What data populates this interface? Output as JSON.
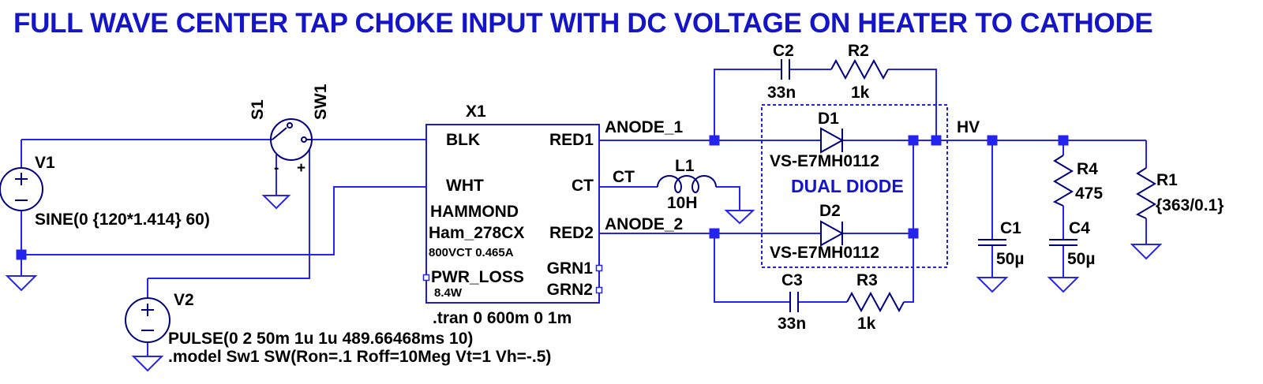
{
  "title": "FULL WAVE CENTER TAP CHOKE INPUT WITH DC VOLTAGE ON HEATER TO CATHODE",
  "colors": {
    "wire": "#2424ee",
    "symbol": "#00007d",
    "accent": "#1414c8",
    "text": "#000000",
    "bg": "#ffffff"
  },
  "sources": {
    "v1": {
      "ref": "V1",
      "value": "SINE(0 {120*1.414} 60)"
    },
    "v2": {
      "ref": "V2",
      "value": "PULSE(0 2 50m 1u 1u 489.66468ms 10)"
    }
  },
  "switch": {
    "ref": "S1",
    "model": "SW1",
    "plus": "+",
    "minus": "-"
  },
  "transformer": {
    "ref": "X1",
    "pins": {
      "blk": "BLK",
      "wht": "WHT",
      "red1": "RED1",
      "ct": "CT",
      "red2": "RED2",
      "grn1": "GRN1",
      "grn2": "GRN2"
    },
    "mfr": "HAMMOND",
    "part": "Ham_278CX",
    "rating": "800VCT 0.465A",
    "pwr_label": "PWR_LOSS",
    "pwr_value": "8.4W"
  },
  "nets": {
    "anode1": "ANODE_1",
    "ct": "CT",
    "anode2": "ANODE_2",
    "hv": "HV"
  },
  "inductor": {
    "ref": "L1",
    "value": "10H"
  },
  "snubber_top": {
    "cap_ref": "C2",
    "cap_value": "33n",
    "res_ref": "R2",
    "res_value": "1k"
  },
  "snubber_bottom": {
    "cap_ref": "C3",
    "cap_value": "33n",
    "res_ref": "R3",
    "res_value": "1k"
  },
  "diodes": {
    "d1_ref": "D1",
    "d1_value": "VS-E7MH0112",
    "d2_ref": "D2",
    "d2_value": "VS-E7MH0112",
    "box_label": "DUAL DIODE"
  },
  "output": {
    "c1": {
      "ref": "C1",
      "value": "50µ"
    },
    "c4": {
      "ref": "C4",
      "value": "50µ"
    },
    "r4": {
      "ref": "R4",
      "value": "475"
    },
    "r1": {
      "ref": "R1",
      "value": "{363/0.1}"
    }
  },
  "directives": {
    "tran": ".tran 0 600m 0 1m",
    "model": ".model Sw1 SW(Ron=.1 Roff=10Meg Vt=1 Vh=-.5)"
  }
}
